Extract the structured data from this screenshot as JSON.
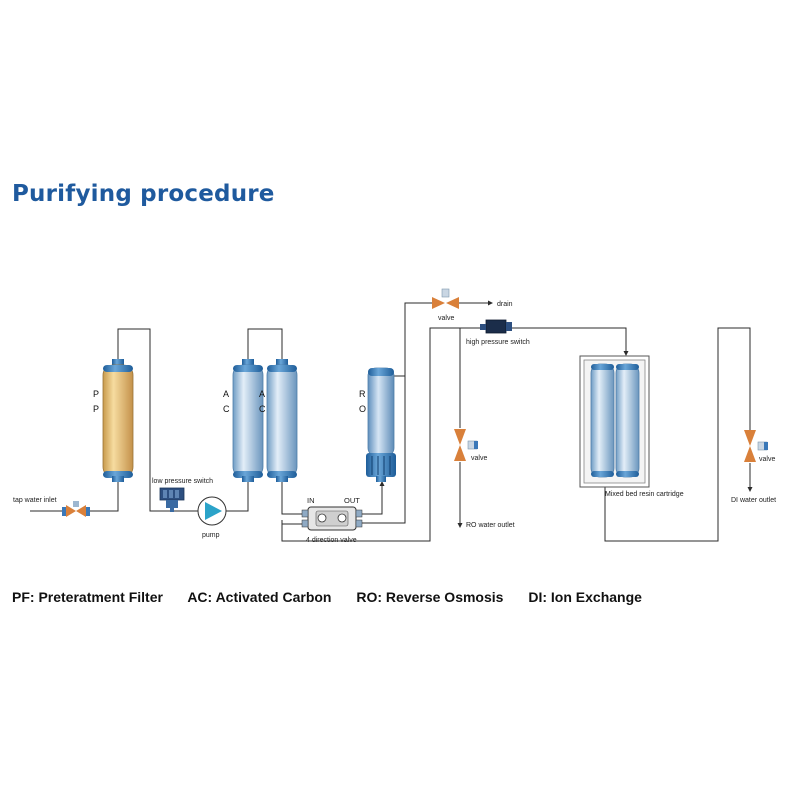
{
  "title": "Purifying procedure",
  "labels": {
    "tap_water_inlet": "tap water inlet",
    "low_pressure_switch": "low pressure switch",
    "pump": "pump",
    "four_direction_valve": "4 direction valve",
    "in": "IN",
    "out": "OUT",
    "valve_drain": "valve",
    "drain": "drain",
    "high_pressure_switch": "high pressure switch",
    "valve_ro": "valve",
    "ro_water_outlet": "RO water outlet",
    "mixed_bed": "Mixed bed resin cartridge",
    "valve_di": "valve",
    "di_water_outlet": "DI water outlet"
  },
  "vessel_letters": {
    "pf_top": "P",
    "pf_bottom": "P",
    "ac1_top": "A",
    "ac1_bottom": "C",
    "ac2_top": "A",
    "ac2_bottom": "C",
    "ro_top": "R",
    "ro_bottom": "O"
  },
  "legend": [
    "PF: Preteratment Filter",
    "AC: Activated Carbon",
    "RO: Reverse Osmosis",
    "DI: Ion Exchange"
  ],
  "colors": {
    "title": "#1f5a9e",
    "pf_vessel": "#e8c37a",
    "blue_vessel": "#b9d3ea",
    "vessel_cap": "#3a78b8",
    "valve": "#d9803a",
    "pump": "#2ba3c9",
    "line": "#2b2b2b"
  }
}
